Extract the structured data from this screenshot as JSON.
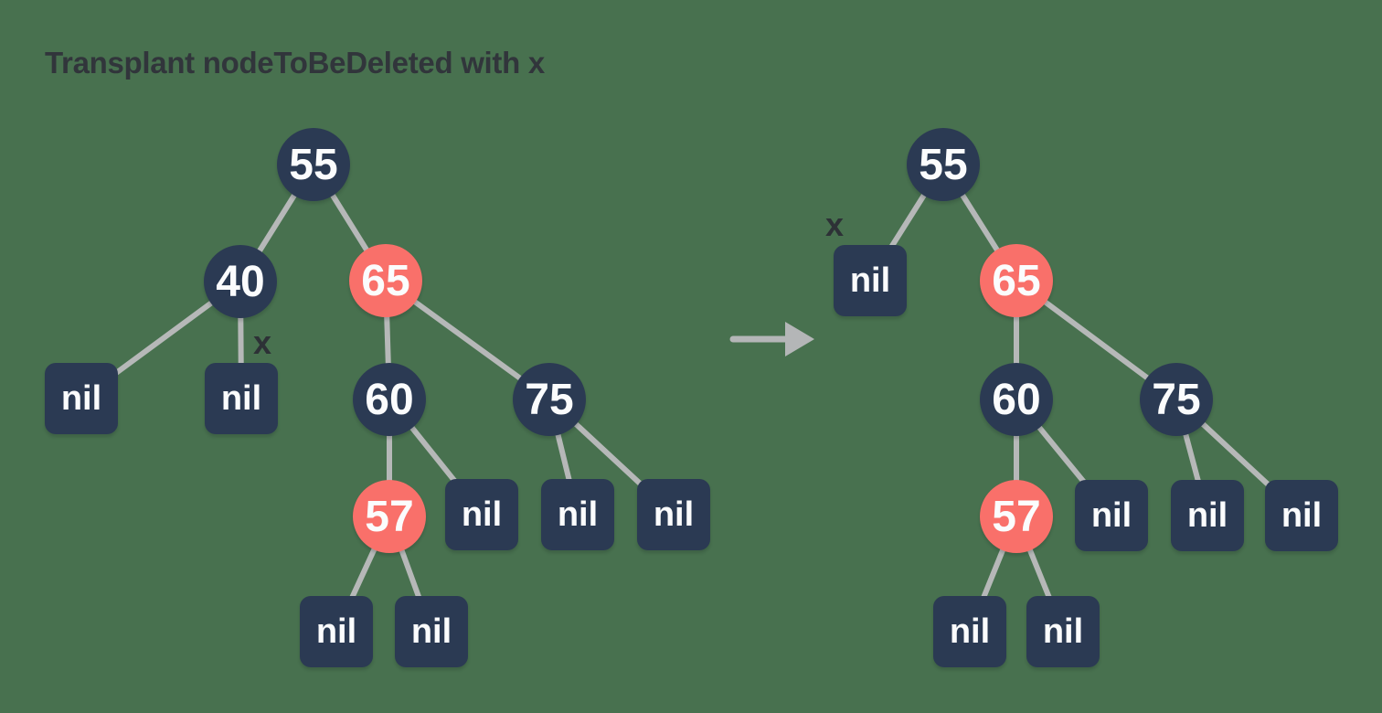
{
  "title": "Transplant nodeToBeDeleted with x",
  "colors": {
    "background": "#48714f",
    "node_fill": "#2b3a53",
    "highlight_fill": "#f9706a",
    "edge": "#b6b8b8",
    "node_text": "#fbfcfd",
    "title_text": "#31353b"
  },
  "icons": {
    "transform_arrow": "right-arrow"
  },
  "before_tree": {
    "nodes": [
      {
        "value": "55",
        "variant": "dark"
      },
      {
        "value": "40",
        "variant": "dark"
      },
      {
        "value": "65",
        "variant": "red"
      },
      {
        "value": "60",
        "variant": "dark"
      },
      {
        "value": "75",
        "variant": "dark"
      },
      {
        "value": "57",
        "variant": "red"
      }
    ],
    "nils": [
      "nil",
      "nil",
      "nil",
      "nil",
      "nil",
      "nil",
      "nil"
    ],
    "x_label": "x"
  },
  "after_tree": {
    "nodes": [
      {
        "value": "55",
        "variant": "dark"
      },
      {
        "value": "65",
        "variant": "red"
      },
      {
        "value": "60",
        "variant": "dark"
      },
      {
        "value": "75",
        "variant": "dark"
      },
      {
        "value": "57",
        "variant": "red"
      }
    ],
    "nils": [
      "nil",
      "nil",
      "nil",
      "nil",
      "nil",
      "nil"
    ],
    "x_label": "x"
  }
}
